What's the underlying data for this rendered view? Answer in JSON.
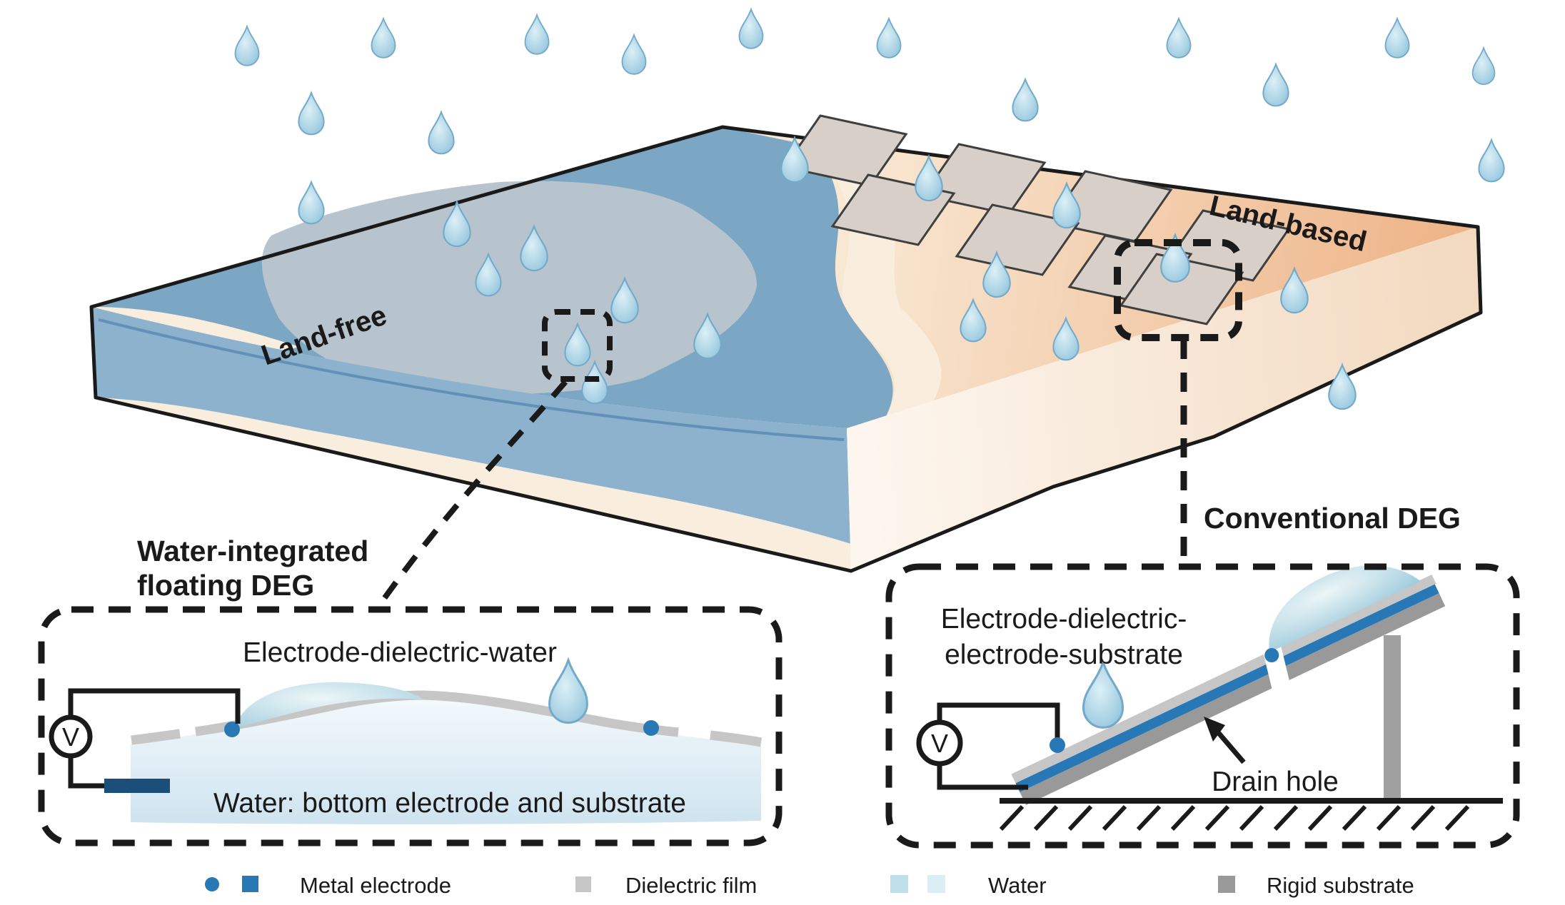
{
  "figure": {
    "scene_labels": {
      "land_free": "Land-free",
      "land_based": "Land-based"
    },
    "left_panel": {
      "title_line1": "Water-integrated",
      "title_line2": "floating DEG",
      "structure_label": "Electrode-dielectric-water",
      "caption": "Water: bottom electrode and substrate",
      "voltmeter_label": "V"
    },
    "right_panel": {
      "title": "Conventional DEG",
      "structure_label_line1": "Electrode-dielectric-",
      "structure_label_line2": "electrode-substrate",
      "drain_label": "Drain hole",
      "voltmeter_label": "V"
    },
    "legend": {
      "items": [
        {
          "label": "Metal electrode"
        },
        {
          "label": "Dielectric film"
        },
        {
          "label": "Water"
        },
        {
          "label": "Rigid substrate"
        }
      ]
    }
  },
  "colors": {
    "ink": "#1a1a1a",
    "water-top": "#7ba7c4",
    "water-calm": "#b7c4cd",
    "water-front": "#8db2ce",
    "water-edge-line": "#5d88b3",
    "shore-cream": "#f9eedd",
    "land-light": "#f9ead6",
    "land-deep": "#edb184",
    "panel-fill": "#d8d0c8",
    "panel-stroke": "#3f3f3f",
    "drop-deep": "#8fc2dc",
    "drop-stroke": "#74aac9",
    "metal-blue": "#2878b5",
    "navy": "#1b4e79",
    "film-gray": "#c6c6c6",
    "substrate-gray": "#999999",
    "pool-light": "#f7fbfd",
    "pool-deep": "#cde3ef"
  },
  "scene": {
    "raindrops": [
      [
        346,
        67,
        0.75
      ],
      [
        537,
        56,
        0.75
      ],
      [
        752,
        51,
        0.75
      ],
      [
        888,
        79,
        0.75
      ],
      [
        1052,
        43,
        0.75
      ],
      [
        1245,
        56,
        0.75
      ],
      [
        1651,
        56,
        0.75
      ],
      [
        1957,
        56,
        0.75
      ],
      [
        2078,
        95,
        0.7
      ],
      [
        436,
        162,
        0.8
      ],
      [
        618,
        189,
        0.8
      ],
      [
        1436,
        143,
        0.8
      ],
      [
        1787,
        122,
        0.8
      ],
      [
        2089,
        228,
        0.8
      ],
      [
        436,
        287,
        0.8
      ],
      [
        640,
        317,
        0.85
      ],
      [
        748,
        351,
        0.85
      ],
      [
        684,
        388,
        0.8
      ],
      [
        875,
        424,
        0.85
      ],
      [
        991,
        474,
        0.85
      ],
      [
        833,
        539,
        0.8
      ],
      [
        809,
        486,
        0.8
      ],
      [
        1113,
        227,
        0.85
      ],
      [
        1301,
        253,
        0.85
      ],
      [
        1494,
        291,
        0.85
      ],
      [
        1396,
        388,
        0.85
      ],
      [
        1646,
        365,
        0.9
      ],
      [
        1363,
        452,
        0.8
      ],
      [
        1813,
        410,
        0.85
      ],
      [
        1493,
        478,
        0.8
      ],
      [
        1880,
        545,
        0.85
      ]
    ],
    "land_panels": [
      [
        1149,
        162
      ],
      [
        1343,
        202
      ],
      [
        1520,
        240
      ],
      [
        1685,
        295
      ],
      [
        1216,
        245
      ],
      [
        1390,
        287
      ],
      [
        1548,
        330
      ],
      [
        1620,
        356
      ]
    ]
  }
}
